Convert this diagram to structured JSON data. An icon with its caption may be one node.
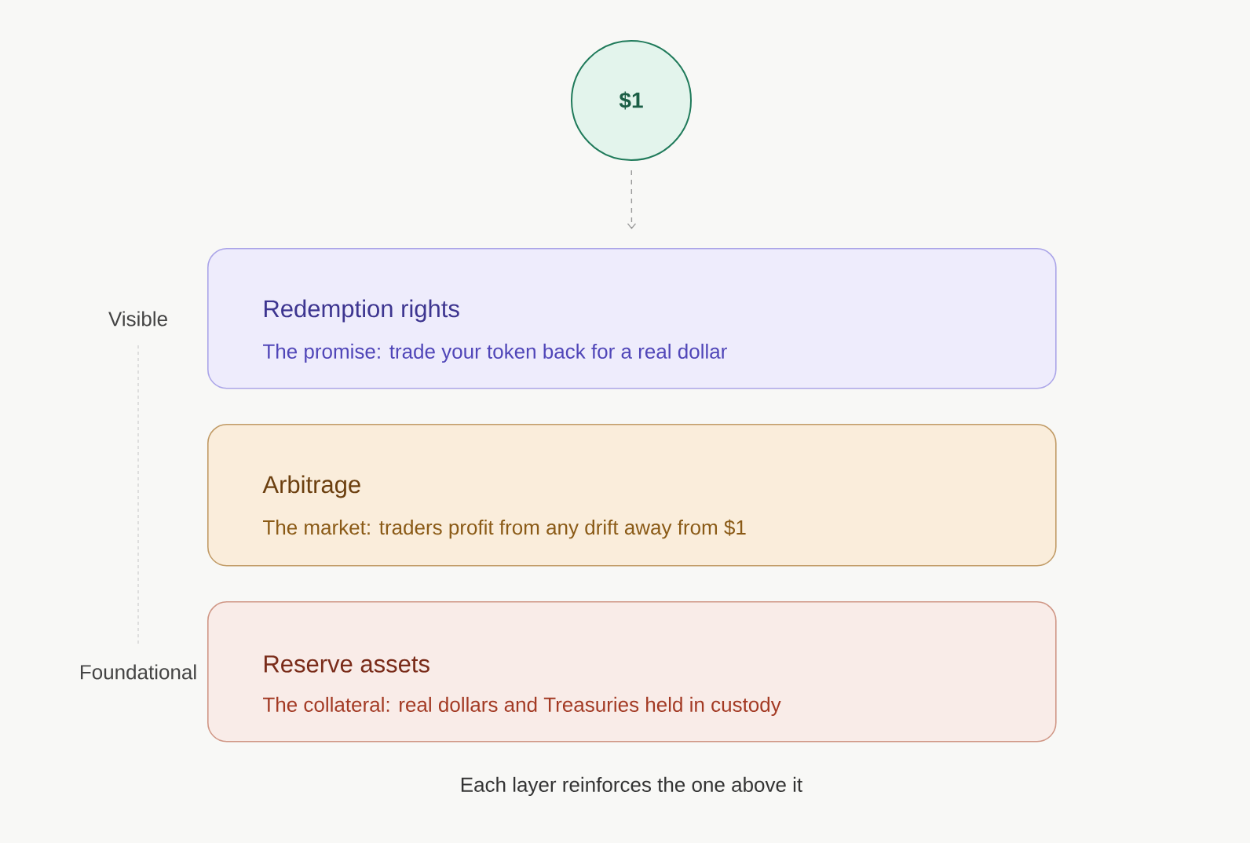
{
  "diagram": {
    "caption": "Each layer reinforces the one above it",
    "nodes": [
      {
        "text": [
          "$1"
        ]
      },
      {
        "text": [
          "Redemption rights",
          "The promise: trade your token back for a real dollar"
        ]
      },
      {
        "text": [
          "Arbitrage",
          "The market: traders profit from any drift away from $1"
        ]
      },
      {
        "text": [
          "Reserve assets",
          "The collateral: real dollars and Treasuries held in custody"
        ]
      }
    ],
    "edges": [
      {
        "from": 0,
        "to": 1,
        "arrow": "to",
        "style": "dashed"
      }
    ],
    "labels": [
      "Visible",
      "Foundational"
    ]
  }
}
